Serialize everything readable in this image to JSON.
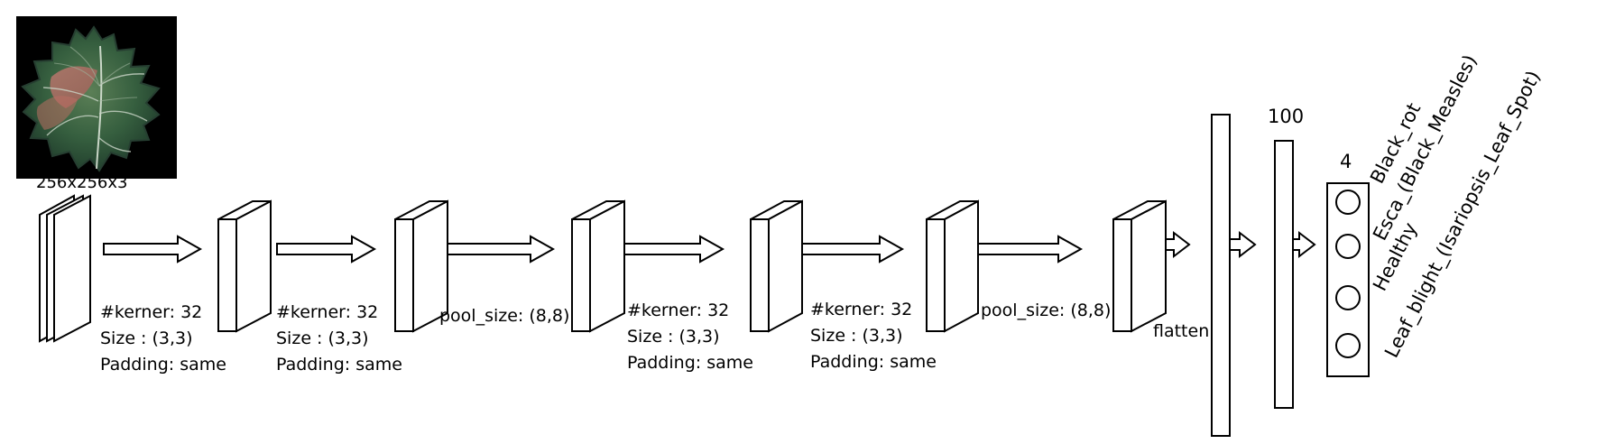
{
  "input": {
    "image_label": "256x256x3"
  },
  "layers": [
    {
      "kind": "conv",
      "kerner": "#kerner: 32",
      "size": "Size      : (3,3)",
      "padding": "Padding: same"
    },
    {
      "kind": "conv",
      "kerner": "#kerner: 32",
      "size": "Size      : (3,3)",
      "padding": "Padding: same"
    },
    {
      "kind": "pool",
      "pool": "pool_size: (8,8)"
    },
    {
      "kind": "conv",
      "kerner": "#kerner: 32",
      "size": "Size      : (3,3)",
      "padding": "Padding: same"
    },
    {
      "kind": "conv",
      "kerner": "#kerner: 32",
      "size": "Size      : (3,3)",
      "padding": "Padding: same"
    },
    {
      "kind": "pool",
      "pool": "pool_size: (8,8)"
    }
  ],
  "flatten": {
    "label": "flatten"
  },
  "dense": {
    "units_label": "100"
  },
  "output": {
    "units_label": "4",
    "classes": [
      "Black_rot",
      "Esca_(Black_Measles)",
      "Healthy",
      "Leaf_blight_(Isariopsis_Leaf_Spot)"
    ]
  },
  "colors": {
    "line": "#000000",
    "background": "#ffffff",
    "leaf_dark": "#1e3a2a",
    "leaf_mid": "#3d6a47",
    "leaf_light": "#6f8f6b",
    "leaf_disease": "#b56d61"
  }
}
